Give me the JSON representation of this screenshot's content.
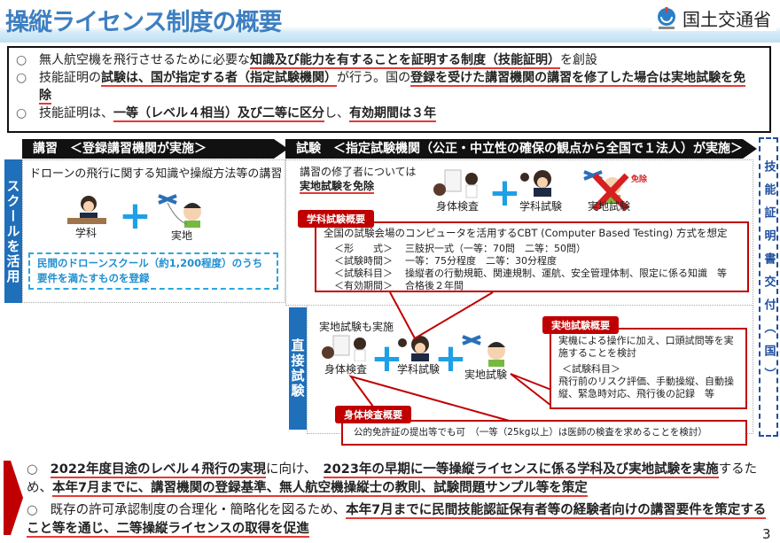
{
  "header": {
    "title": "操縦ライセンス制度の概要",
    "ministry": "国土交通省",
    "logo_icon": "mlit-logo-icon"
  },
  "overview": {
    "bullet": "○",
    "items": [
      {
        "segments": [
          "無人航空機を飛行させるために必要な",
          "知識及び能力を有することを証明する制度（技能証明）",
          "を創設"
        ]
      },
      {
        "segments": [
          "技能証明の",
          "試験は、国が指定する者（指定試験機関）",
          "が行う。国の",
          "登録を受けた講習機関の講習を修了した場合は実地試験を免除"
        ]
      },
      {
        "segments": [
          "技能証明は、",
          "一等（レベル４相当）及び二等に区分",
          "し、",
          "有効期間は３年"
        ]
      }
    ]
  },
  "course": {
    "header_title": "講習",
    "header_sub": "＜登録講習機関が実施＞",
    "side_label": "スクールを活用",
    "description": "ドローンの飛行に関する知識や操縦方法等の講習",
    "item_academic": "学科",
    "item_practical": "実地",
    "note": "民間のドローンスクール（約1,200程度）のうち要件を満たすものを登録"
  },
  "exam": {
    "header_title": "試験",
    "header_sub": "＜指定試験機関（公正・中立性の確保の観点から全国で１法人）が実施＞",
    "exempt_line1": "講習の修了者については",
    "exempt_line2": "実地試験を免除",
    "item_physical": "身体検査",
    "item_academic": "学科試験",
    "item_practical": "実地試験",
    "exempt_badge": "免除",
    "academic": {
      "tab": "学科試験概要",
      "intro": "全国の試験会場のコンピュータを活用するCBT (Computer Based Testing) 方式を想定",
      "rows": [
        {
          "k": "＜形　　式＞",
          "v": "三肢択一式（一等：70問　二等：50問）"
        },
        {
          "k": "＜試験時間＞",
          "v": "一等：75分程度　二等：30分程度"
        },
        {
          "k": "＜試験科目＞",
          "v": "操縦者の行動規範、関連規制、運航、安全管理体制、限定に係る知識　等"
        },
        {
          "k": "＜有効期間＞",
          "v": "合格後２年間"
        }
      ]
    },
    "direct": {
      "side_label": "直接試験",
      "caption": "実地試験も実施",
      "item_physical": "身体検査",
      "item_academic": "学科試験",
      "item_practical": "実地試験"
    },
    "practical": {
      "tab": "実地試験概要",
      "desc": "実機による操作に加え、口頭試問等を実施することを検討",
      "subjects_label": "＜試験科目＞",
      "subjects": "飛行前のリスク評価、手動操縦、自動操縦、緊急時対応、飛行後の記録　等"
    },
    "physical": {
      "tab": "身体検査概要",
      "desc": "公的免許証の提出等でも可　（一等（25kg以上）は医師の検査を求めることを検討）"
    }
  },
  "certificate": {
    "label": "技能証明書交付（国）"
  },
  "outlook": {
    "bullet": "○",
    "items": [
      {
        "segments": [
          "2022年度目途のレベル４飛行の実現",
          "に向け、　",
          "2023年の早期に一等操縦ライセンスに係る学科及び実地試験を実施",
          "するため、",
          "本年7月までに、講習機関の登録基準、無人航空機操縦士の教則、試験問題サンプル等を策定"
        ]
      },
      {
        "segments": [
          "既存の許可承認制度の合理化・簡略化を図るため、",
          "本年7月までに民間技能認証保有者等の経験者向けの講習要件を策定すること等を通じ、二等操縦ライセンスの取得を促進"
        ]
      }
    ]
  },
  "page_number": "3",
  "colors": {
    "title": "#3d7fc1",
    "accent_red": "#c00000",
    "underline": "#e53935",
    "side_bar": "#1f6fba",
    "plus": "#1ea0e6"
  }
}
